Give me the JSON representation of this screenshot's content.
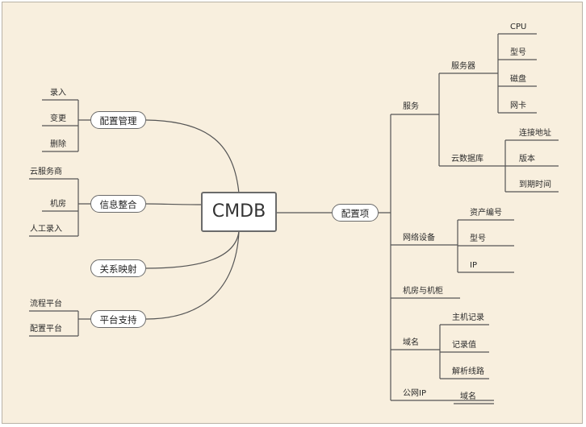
{
  "root": "CMDB",
  "left_branches": [
    {
      "label": "配置管理",
      "leaves": [
        "录入",
        "变更",
        "删除"
      ]
    },
    {
      "label": "信息整合",
      "leaves": [
        "云服务商",
        "机房",
        "人工录入"
      ]
    },
    {
      "label": "关系映射",
      "leaves": []
    },
    {
      "label": "平台支持",
      "leaves": [
        "流程平台",
        "配置平台"
      ]
    }
  ],
  "right_branch": {
    "label": "配置项",
    "children": [
      {
        "label": "服务",
        "children": [
          {
            "label": "服务器",
            "children": [
              "CPU",
              "型号",
              "磁盘",
              "网卡"
            ]
          },
          {
            "label": "云数据库",
            "children": [
              "连接地址",
              "版本",
              "到期时间"
            ]
          }
        ]
      },
      {
        "label": "网络设备",
        "children": [
          "资产编号",
          "型号",
          "IP"
        ]
      },
      {
        "label": "机房与机柜",
        "children": []
      },
      {
        "label": "域名",
        "children": [
          "主机记录",
          "记录值",
          "解析线路"
        ]
      },
      {
        "label": "公网IP",
        "children": [
          "域名"
        ]
      }
    ]
  },
  "colors": {
    "background": "#f8efde",
    "line": "#555555",
    "box_border": "#6a6a6a"
  }
}
